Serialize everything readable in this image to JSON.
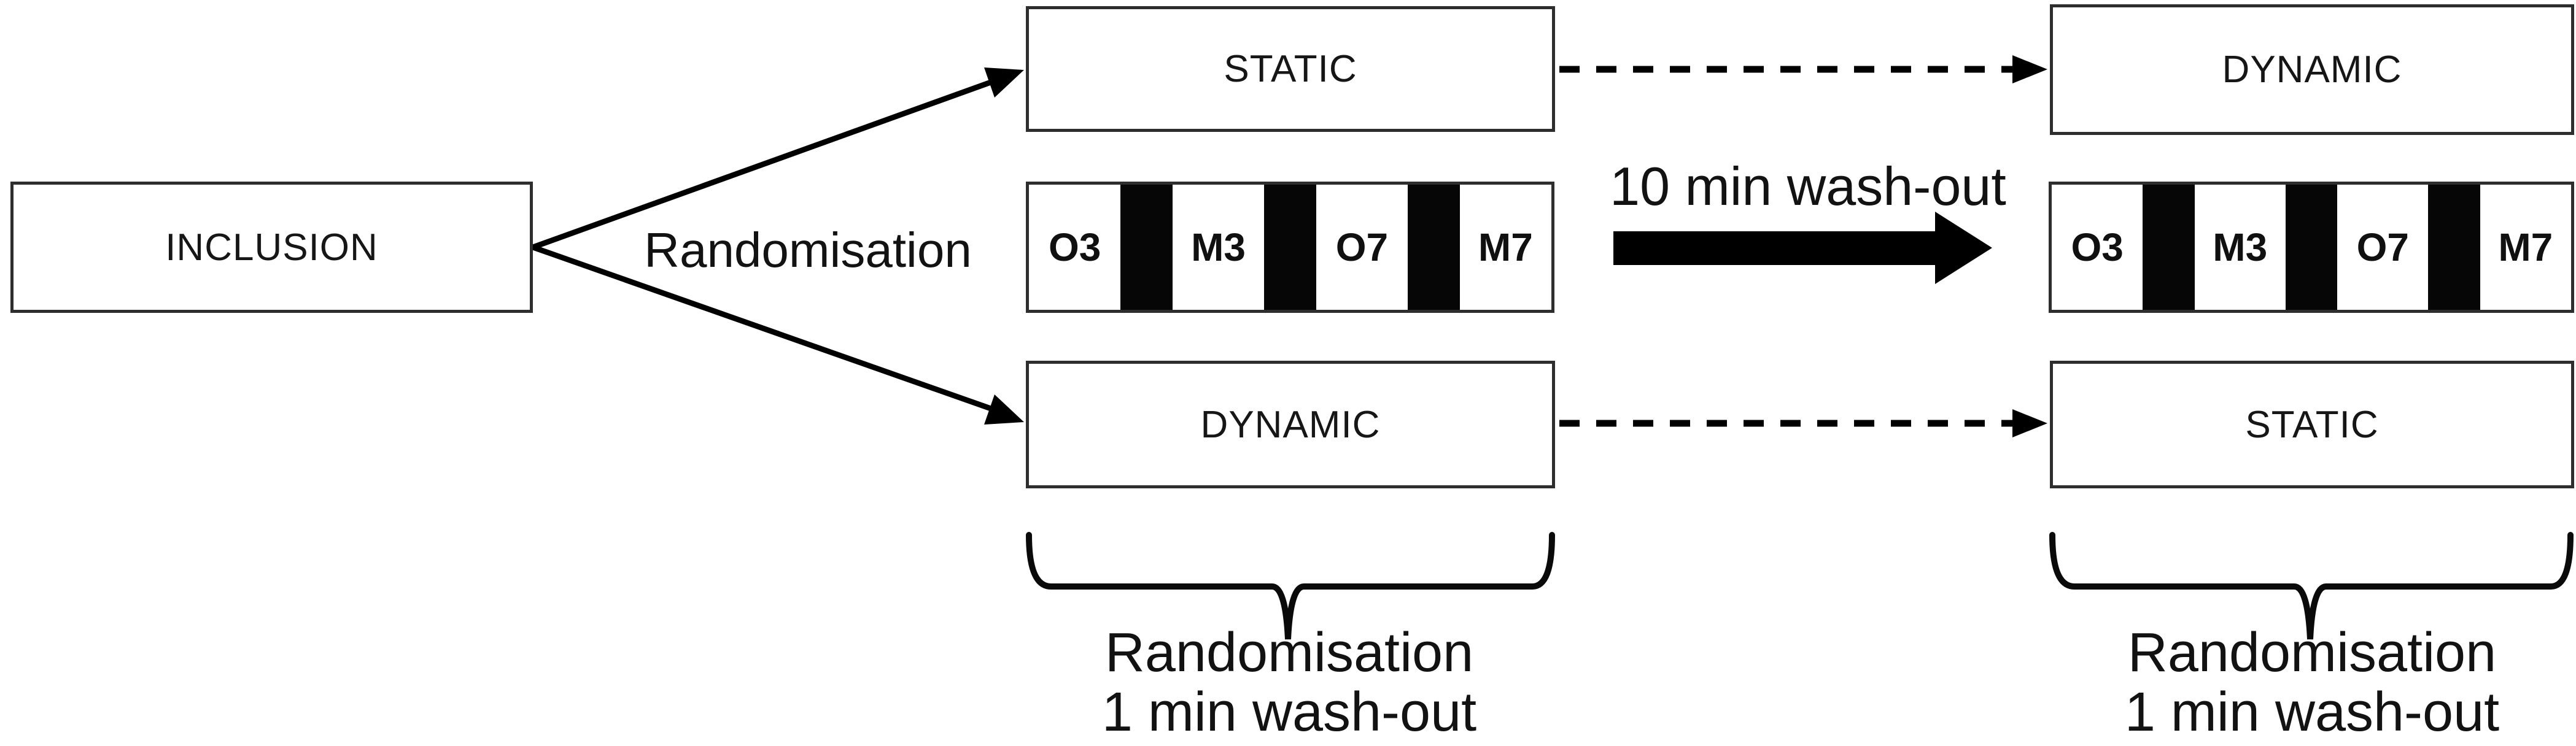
{
  "diagram": {
    "inclusion": {
      "label": "INCLUSION"
    },
    "randomisation": {
      "label": "Randomisation"
    },
    "washout": {
      "label": "10 min wash-out"
    },
    "session1": {
      "arm_top": "STATIC",
      "arm_bottom": "DYNAMIC",
      "sequence": [
        "O3",
        "M3",
        "O7",
        "M7"
      ],
      "caption_line1": "Randomisation",
      "caption_line2": "1 min wash-out"
    },
    "session2": {
      "arm_top": "DYNAMIC",
      "arm_bottom": "STATIC",
      "sequence": [
        "O3",
        "M3",
        "O7",
        "M7"
      ],
      "caption_line1": "Randomisation",
      "caption_line2": "1 min wash-out"
    },
    "colors": {
      "background": "#ffffff",
      "line": "#000000",
      "box_border": "#2e2e2e",
      "separator_bar": "#060606",
      "text": "#141414"
    }
  }
}
